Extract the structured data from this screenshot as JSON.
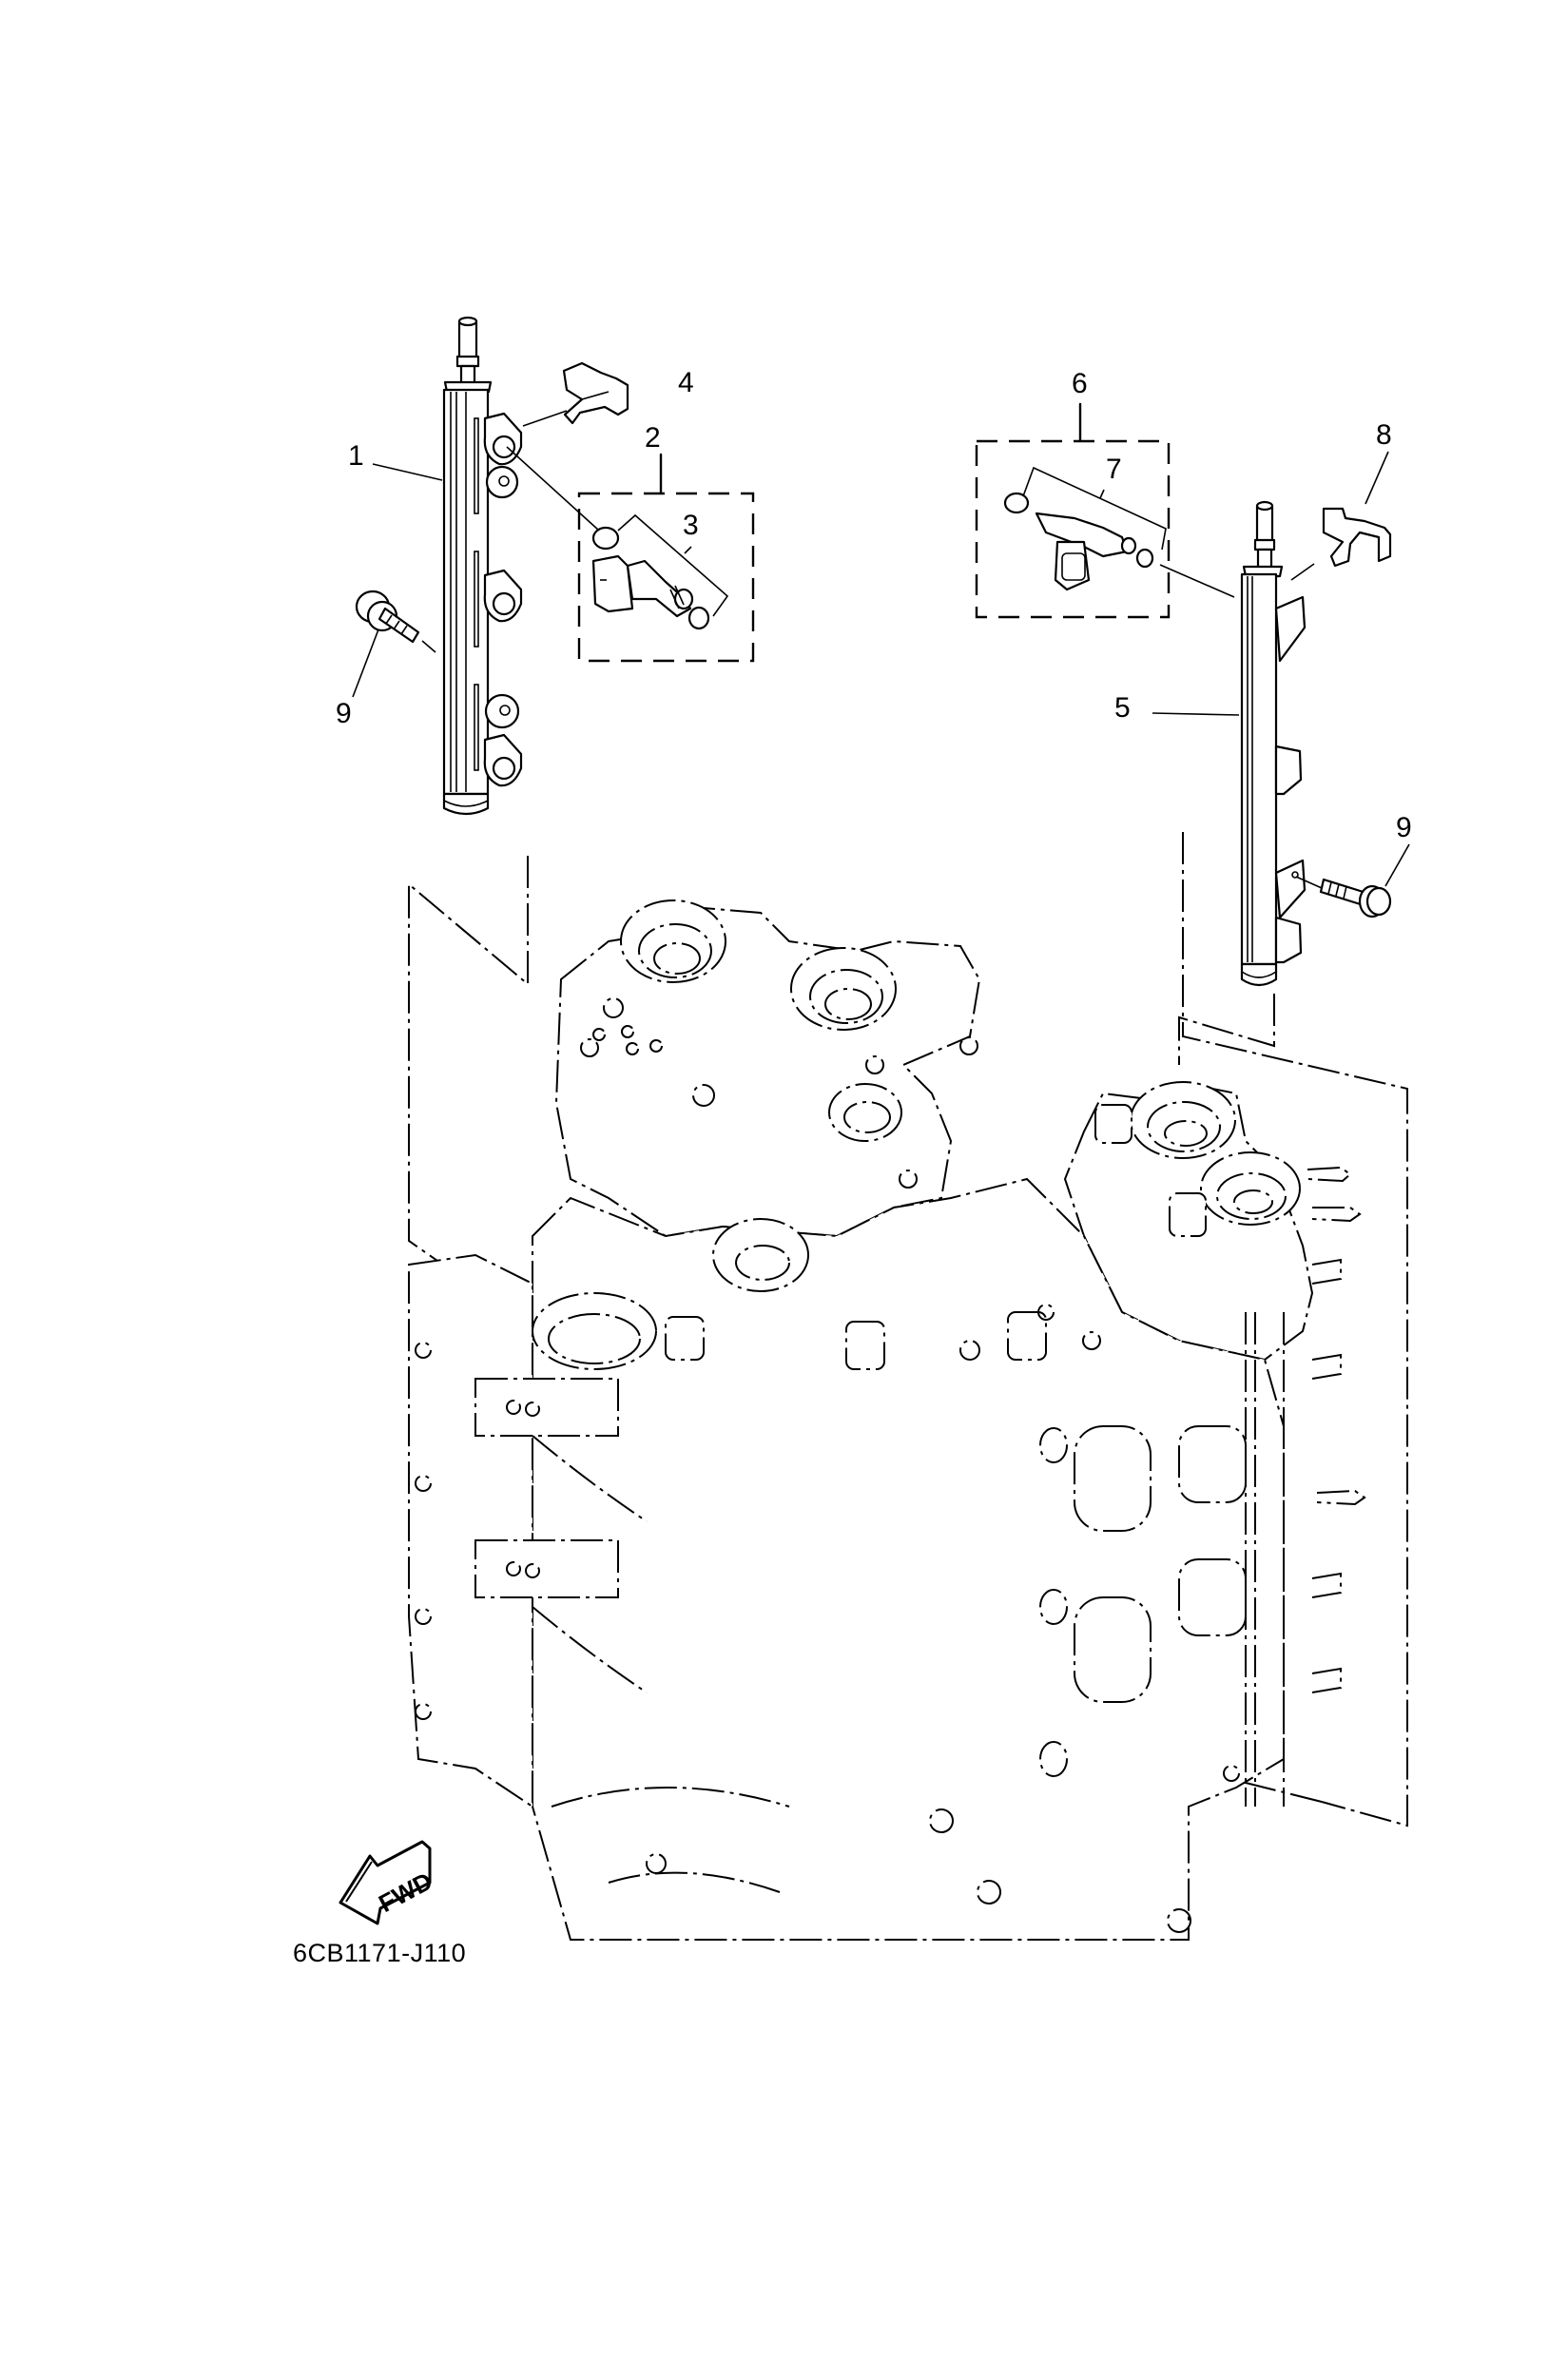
{
  "diagram": {
    "title": "Fuel Injector / Fuel Rail Exploded View",
    "diagram_code": "6CB1171-J110",
    "direction_indicator": "FWD",
    "callouts": [
      {
        "id": "1",
        "part": "fuel rail (port side)"
      },
      {
        "id": "2",
        "part": "injector assembly (kit box)"
      },
      {
        "id": "3",
        "part": "fuel injector with o-rings"
      },
      {
        "id": "4",
        "part": "injector retaining clip"
      },
      {
        "id": "5",
        "part": "fuel rail (starboard side)"
      },
      {
        "id": "6",
        "part": "injector assembly (kit box)"
      },
      {
        "id": "7",
        "part": "fuel injector with o-rings"
      },
      {
        "id": "8",
        "part": "injector retaining clip"
      },
      {
        "id": "9",
        "part": "rail mounting bolt"
      },
      {
        "id": "9",
        "part": "rail mounting bolt"
      }
    ],
    "colors": {
      "ink": "#000000",
      "background": "#ffffff"
    }
  }
}
